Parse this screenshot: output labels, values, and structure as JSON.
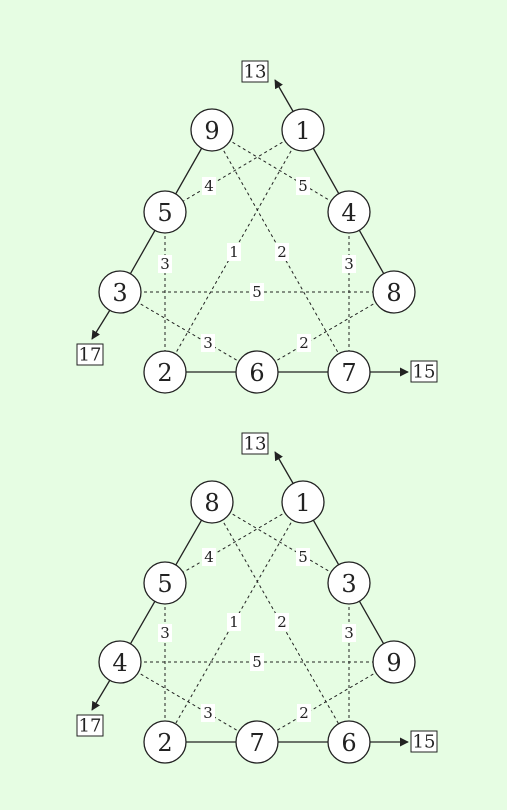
{
  "colors": {
    "background": "#e6fde3",
    "stroke": "#222222",
    "node_fill": "#ffffff",
    "label_bg": "#ffffff"
  },
  "diagrams": [
    {
      "nodes": {
        "top_left": "9",
        "top_right": "1",
        "upper_left": "5",
        "upper_right": "4",
        "left": "3",
        "right": "8",
        "bottom_left": "2",
        "bottom_mid": "6",
        "bottom_right": "7"
      },
      "boxes": {
        "top": "13",
        "left": "17",
        "right": "15"
      },
      "edge_labels": {
        "tl_ur": "5",
        "tr_ul": "4",
        "tl_br": "2",
        "tr_bl": "1",
        "ul_bl": "3",
        "ur_br": "3",
        "l_r": "5",
        "l_bm": "3",
        "r_bm": "2"
      }
    },
    {
      "nodes": {
        "top_left": "8",
        "top_right": "1",
        "upper_left": "5",
        "upper_right": "3",
        "left": "4",
        "right": "9",
        "bottom_left": "2",
        "bottom_mid": "7",
        "bottom_right": "6"
      },
      "boxes": {
        "top": "13",
        "left": "17",
        "right": "15"
      },
      "edge_labels": {
        "tl_ur": "5",
        "tr_ul": "4",
        "tl_br": "2",
        "tr_bl": "1",
        "ul_bl": "3",
        "ur_br": "3",
        "l_r": "5",
        "l_bm": "3",
        "r_bm": "2"
      }
    }
  ]
}
